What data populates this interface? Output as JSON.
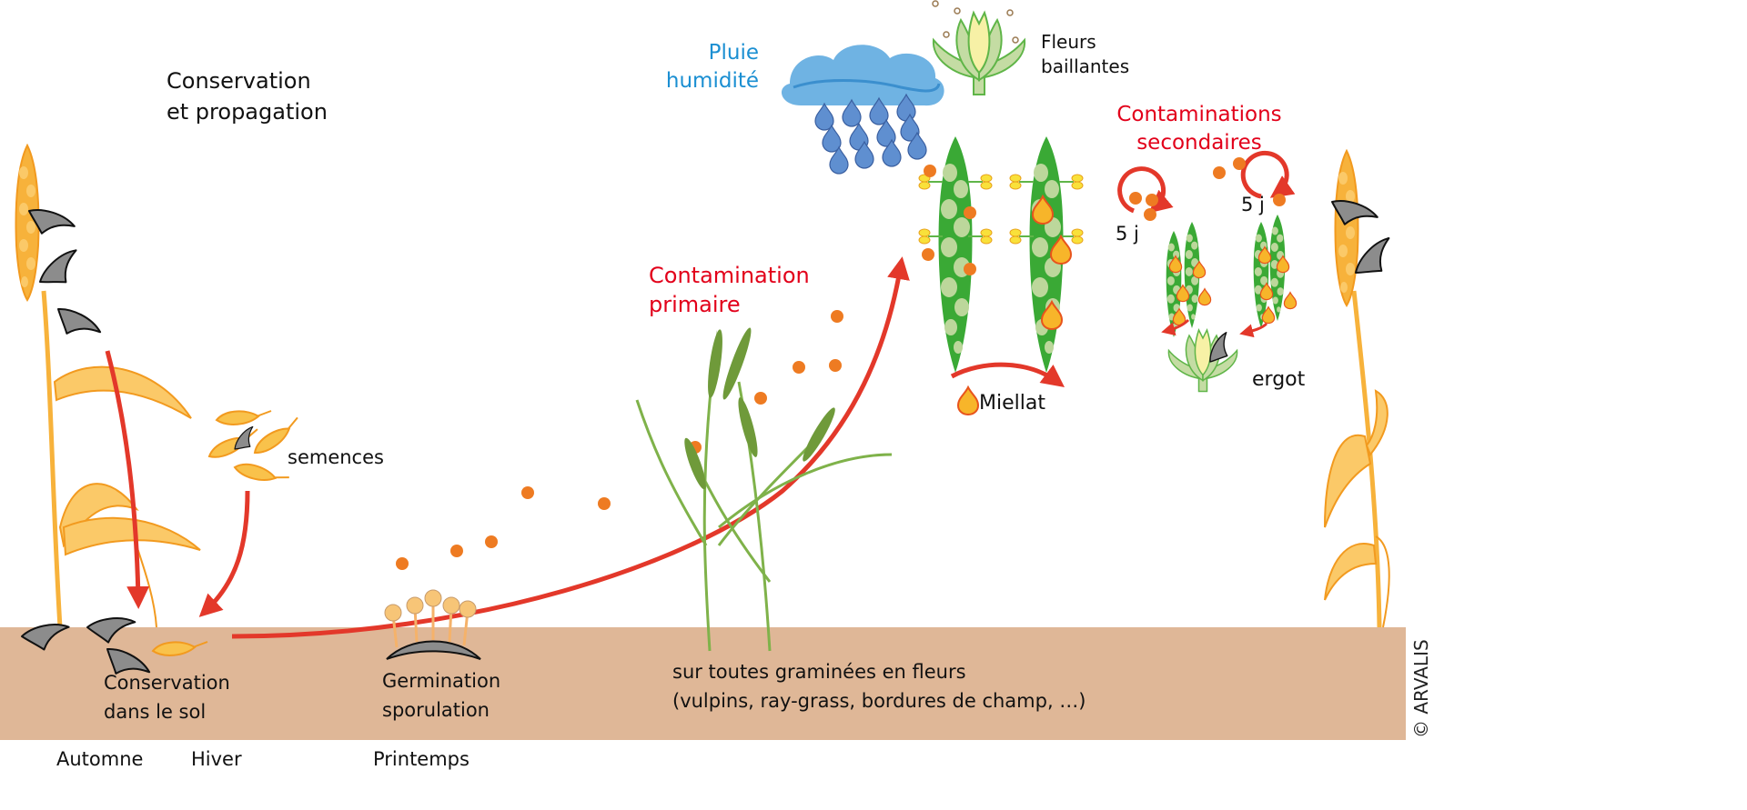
{
  "title": "Cycle de l'ergot",
  "colors": {
    "soil": "#dfb797",
    "arrow": "#e3382a",
    "spore": "#ee7b22",
    "wheat": "#f7b23b",
    "sclerotium": "#8c8c8c",
    "spikelet_green": "#3aa935",
    "spikelet_light": "#bcd79b",
    "rain": "#5f8fd0",
    "cloud": "#6fb3e3",
    "red_text": "#e2001a",
    "blue_text": "#1b8fd2"
  },
  "labels": {
    "conservation_propagation": [
      "Conservation",
      "et propagation"
    ],
    "semences": "semences",
    "conservation_sol": [
      "Conservation",
      "dans le sol"
    ],
    "germination": [
      "Germination",
      "sporulation"
    ],
    "graminees": [
      "sur toutes graminées en fleurs",
      "(vulpins, ray-grass, bordures de champ, …)"
    ],
    "contamination_primaire": [
      "Contamination",
      "primaire"
    ],
    "pluie": [
      "Pluie",
      "humidité"
    ],
    "fleurs": [
      "Fleurs",
      "baillantes"
    ],
    "contaminations_secondaires": [
      "Contaminations",
      "secondaires"
    ],
    "cycle_left": "5 j",
    "cycle_right": "5 j",
    "miellat": "Miellat",
    "ergot": "ergot",
    "copyright": "© ARVALIS"
  },
  "seasons": [
    "Automne",
    "Hiver",
    "Printemps"
  ],
  "icons": {
    "wheat": "wheat-ear-icon",
    "sclerotium": "sclerotium-icon",
    "cloud": "rain-cloud-icon",
    "flower": "open-flower-icon",
    "spikelet": "infected-spike-icon",
    "honeydew": "honeydew-drop-icon",
    "grass": "grass-icon",
    "stroma": "stroma-icon",
    "cycle": "cycle-arrow-icon"
  }
}
